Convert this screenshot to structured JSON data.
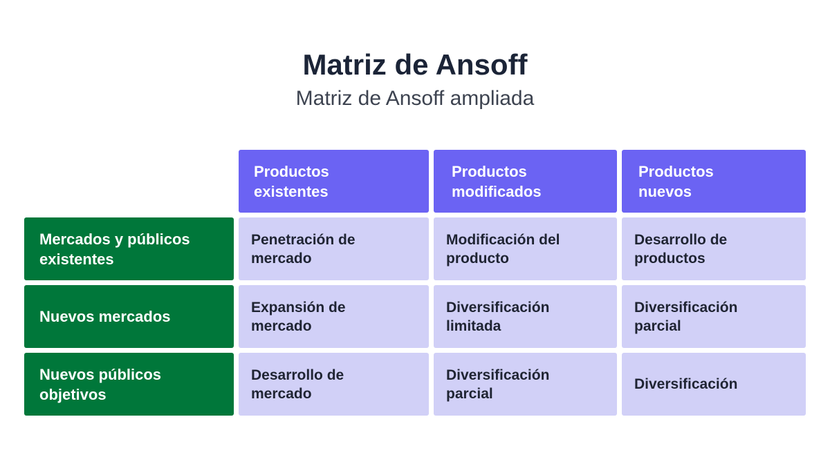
{
  "title": "Matriz de Ansoff",
  "subtitle": "Matriz de Ansoff ampliada",
  "columns": [
    "Productos\nexistentes",
    "Productos\nmodificados",
    "Productos\nnuevos"
  ],
  "rows": [
    {
      "label": "Mercados y públicos\nexistentes",
      "cells": [
        "Penetración de\nmercado",
        "Modificación del\nproducto",
        "Desarrollo de\nproductos"
      ]
    },
    {
      "label": "Nuevos mercados",
      "cells": [
        "Expansión de\nmercado",
        "Diversificación\nlimitada",
        "Diversificación\nparcial"
      ]
    },
    {
      "label": "Nuevos públicos\nobjetivos",
      "cells": [
        "Desarrollo de\nmercado",
        "Diversificación\nparcial",
        "Diversificación"
      ]
    }
  ],
  "colors": {
    "column_header": "#6b63f3",
    "row_header": "#00773a",
    "cell": "#d1d0f7"
  }
}
